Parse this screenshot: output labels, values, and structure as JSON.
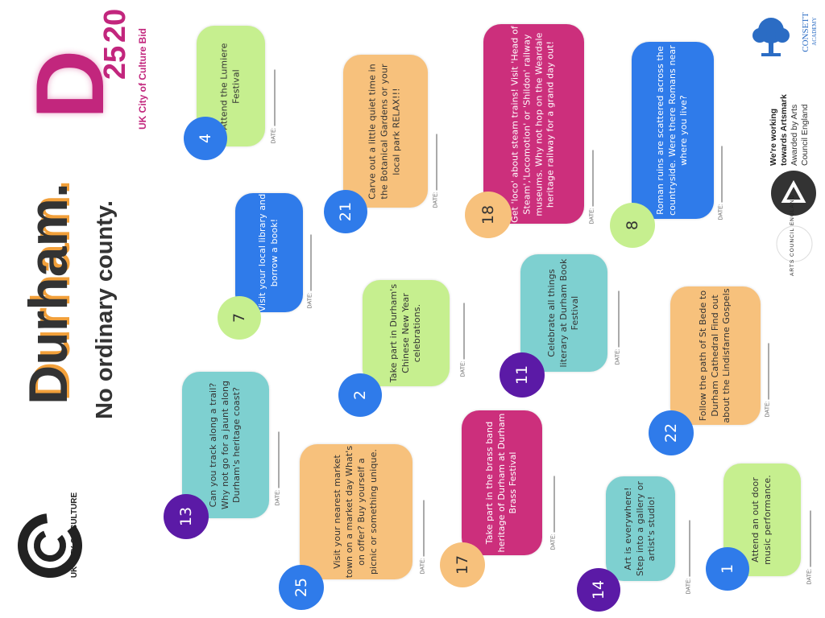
{
  "header": {
    "d2025_d": "D",
    "d2025_year_top": "20",
    "d2025_year_bottom": "25",
    "bid_label": "UK City of Culture Bid",
    "title": "Durham.",
    "subtitle": "No ordinary county.",
    "uk_city_label": "UK CITY OF CULTURE"
  },
  "logos": {
    "consett_name": "CONSETT",
    "consett_sub": "ACADEMY",
    "artsmark_line1": "We're working",
    "artsmark_line2": "towards Artsmark",
    "artsmark_line3": "Awarded by Arts",
    "artsmark_line4": "Council England",
    "arts_council": "ARTS COUNCIL ENGLAND"
  },
  "date_label": "DATE:",
  "cards": [
    {
      "num": "4",
      "text": "Attend the Lumiere Festival"
    },
    {
      "num": "21",
      "text": "Carve out a little quiet time in the Botanical Gardens or your local park RELAX!!!"
    },
    {
      "num": "18",
      "text": "Get 'loco' about steam trains! Visit 'Head of Steam','Locomotion' or 'Shildon' railway museums. Why not hop on the Weardale heritage railway for a grand day out!"
    },
    {
      "num": "8",
      "text": "Roman ruins are scattered across the countryside. Were there Romans near where you live?"
    },
    {
      "num": "7",
      "text": "Visit your local library and borrow a book!"
    },
    {
      "num": "2",
      "text": "Take part in Durham's Chinese New Year celebrations."
    },
    {
      "num": "11",
      "text": "Celebrate all things literary at Durham Book Festival"
    },
    {
      "num": "22",
      "text": "Follow the path of St Bede to Durham Cathedral Find out about the Lindisfarne Gospels"
    },
    {
      "num": "13",
      "text": "Can you track along a trail? Why not go for a jaunt along Durham's heritage coast?"
    },
    {
      "num": "25",
      "text": "Visit your nearest market town on a market day What's on offer? Buy yourself a picnic or something unique."
    },
    {
      "num": "17",
      "text": "Take part in the brass band heritage of Durham at Durham Brass Festival"
    },
    {
      "num": "14",
      "text": "Art is everywhere! Step into a gallery or artist's studio!"
    },
    {
      "num": "1",
      "text": "Attend an out door music performance."
    }
  ]
}
